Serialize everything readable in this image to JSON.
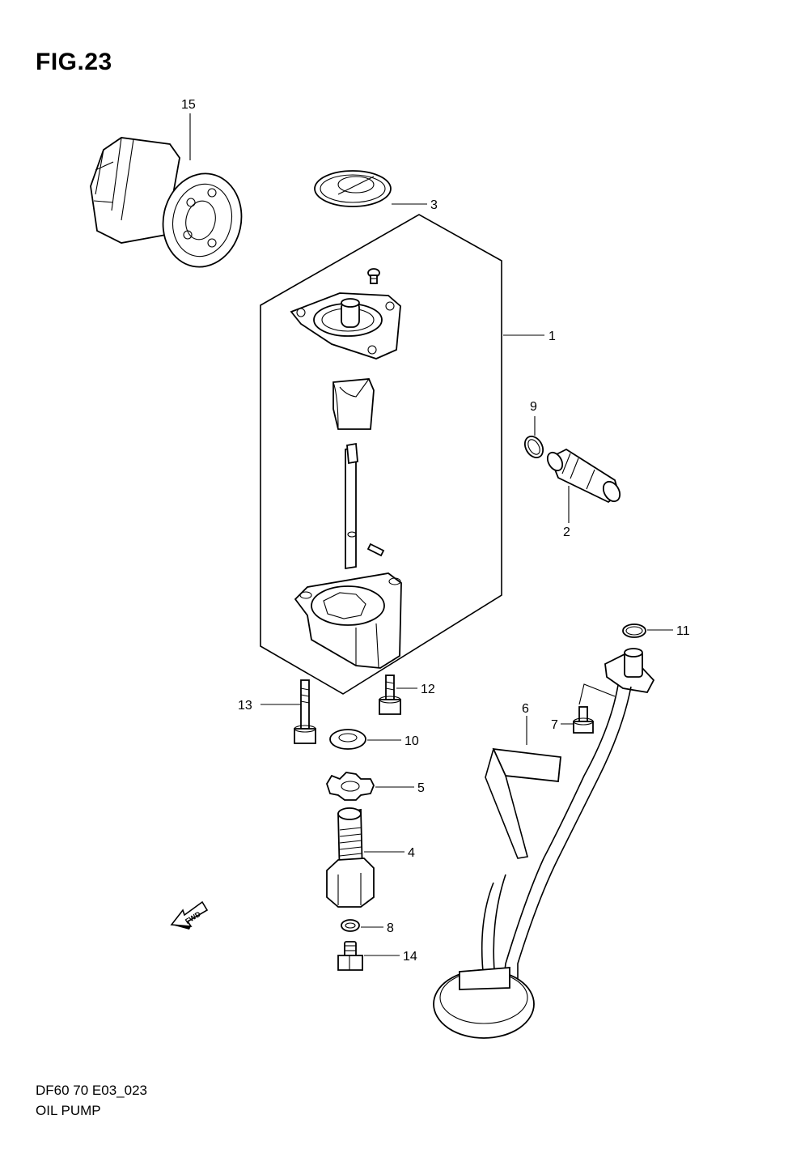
{
  "figure": {
    "title": "FIG.23",
    "model_code": "DF60 70 E03_023",
    "name": "OIL PUMP",
    "direction_label": "FWD"
  },
  "callouts": {
    "c1": "1",
    "c2": "2",
    "c3": "3",
    "c4": "4",
    "c5": "5",
    "c6": "6",
    "c7": "7",
    "c8": "8",
    "c9": "9",
    "c10": "10",
    "c11": "11",
    "c12": "12",
    "c13": "13",
    "c14": "14",
    "c15": "15"
  }
}
